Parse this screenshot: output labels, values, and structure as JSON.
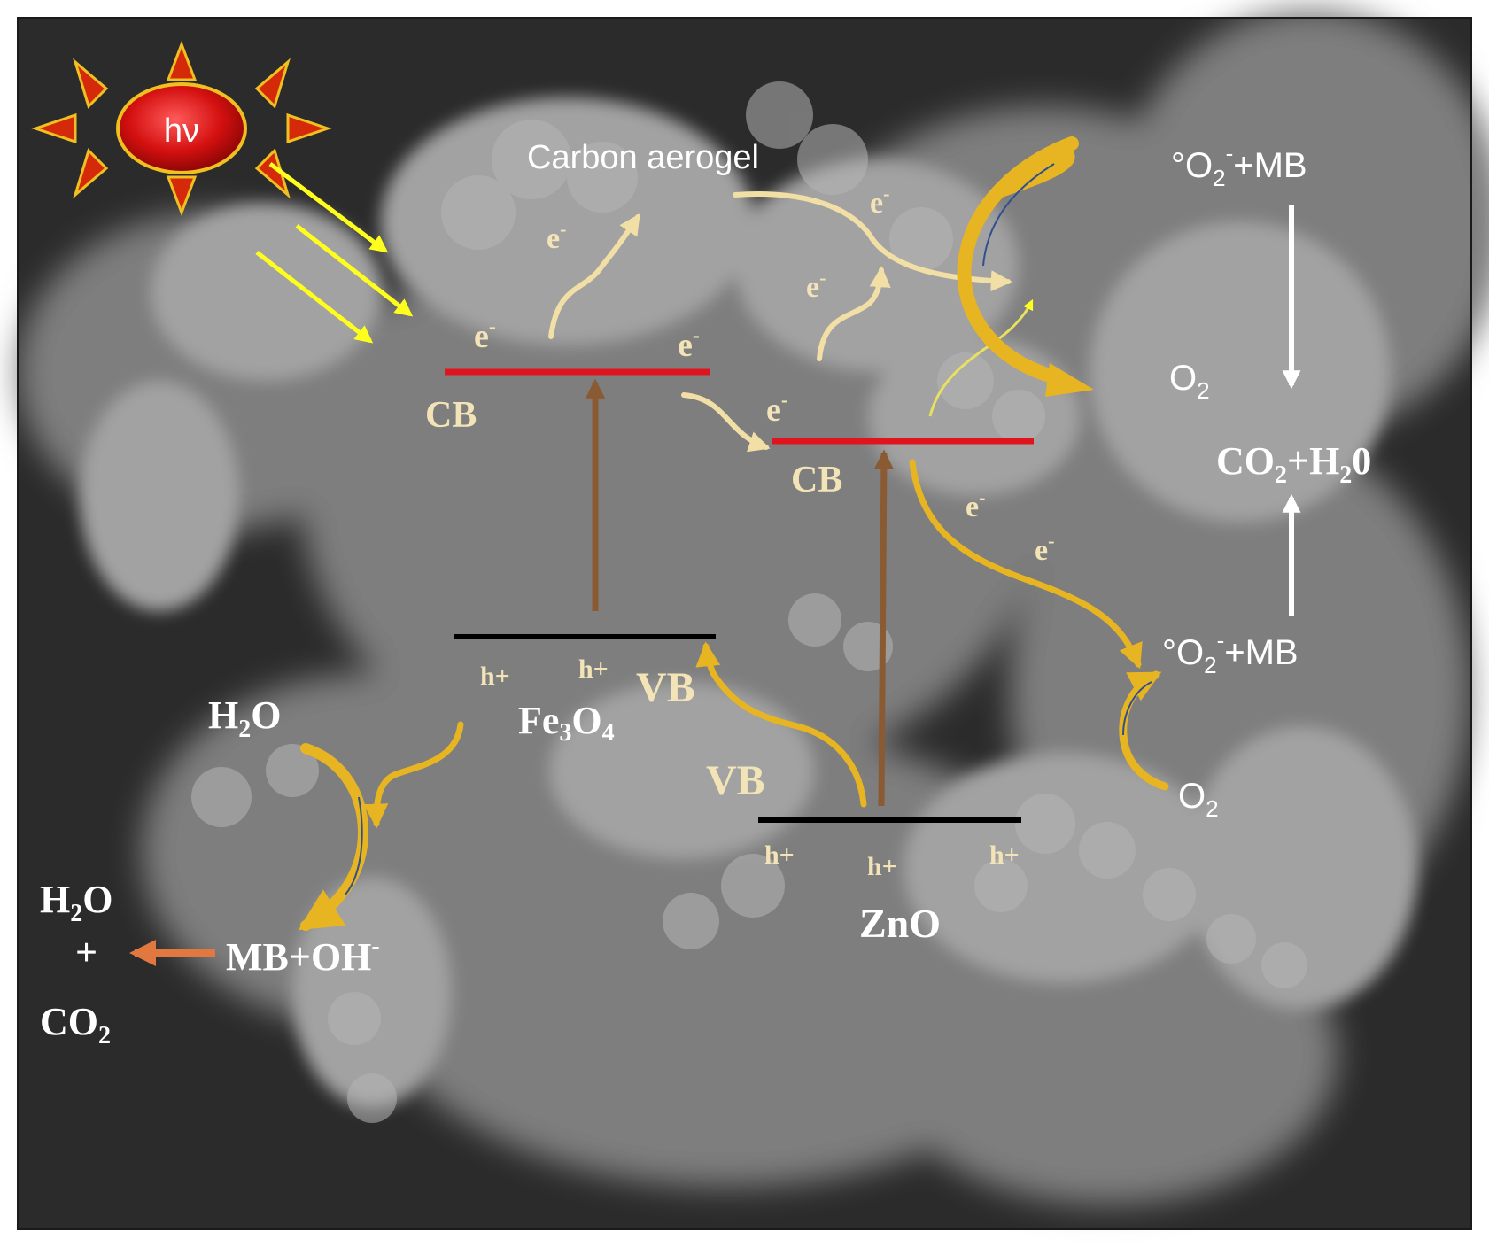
{
  "colors": {
    "background_dark": "#2b2b2b",
    "particle_gray": "#9a9a9a",
    "cb_line": "#e0141e",
    "vb_line": "#000000",
    "excitation_arrow": "#8a5a32",
    "electron_arrow_light": "#f1dfa6",
    "electron_arrow_gold": "#e7b422",
    "sunlight_arrow": "#ffff1e",
    "final_arrow": "#e07840",
    "sun_body": "#d41010"
  },
  "labels": {
    "sun": "hν",
    "carbon_aerogel": "Carbon aerogel",
    "electron": "e",
    "electron_sign": "-",
    "cb_fe3o4": "CB",
    "cb_zno": "CB",
    "vb_fe3o4": "VB",
    "vb_zno": "VB",
    "hole": "h+",
    "fe3o4": "Fe3O4",
    "fe3o4_parts": {
      "a": "Fe",
      "b": "3",
      "c": "O",
      "d": "4"
    },
    "zno": "ZnO",
    "superoxide_top": {
      "pre": "°O",
      "sub": "2",
      "sup": "-",
      "post": "+MB"
    },
    "o2_top": {
      "main": "O",
      "sub": "2"
    },
    "co2_h2o": {
      "a": "CO",
      "sub1": "2",
      "b": "+H",
      "sub2": "2",
      "c": "0"
    },
    "superoxide_bottom": {
      "pre": "°O",
      "sub": "2",
      "sup": "-",
      "post": "+MB"
    },
    "o2_bottom": {
      "main": "O",
      "sub": "2"
    },
    "h2o_top": {
      "a": "H",
      "sub": "2",
      "b": "O"
    },
    "h2o_bottom": {
      "a": "H",
      "sub": "2",
      "b": "O"
    },
    "plus": "+",
    "co2_bottom": {
      "a": "CO",
      "sub": "2"
    },
    "mb_oh": {
      "main": "MB+OH",
      "sup": "-"
    }
  }
}
